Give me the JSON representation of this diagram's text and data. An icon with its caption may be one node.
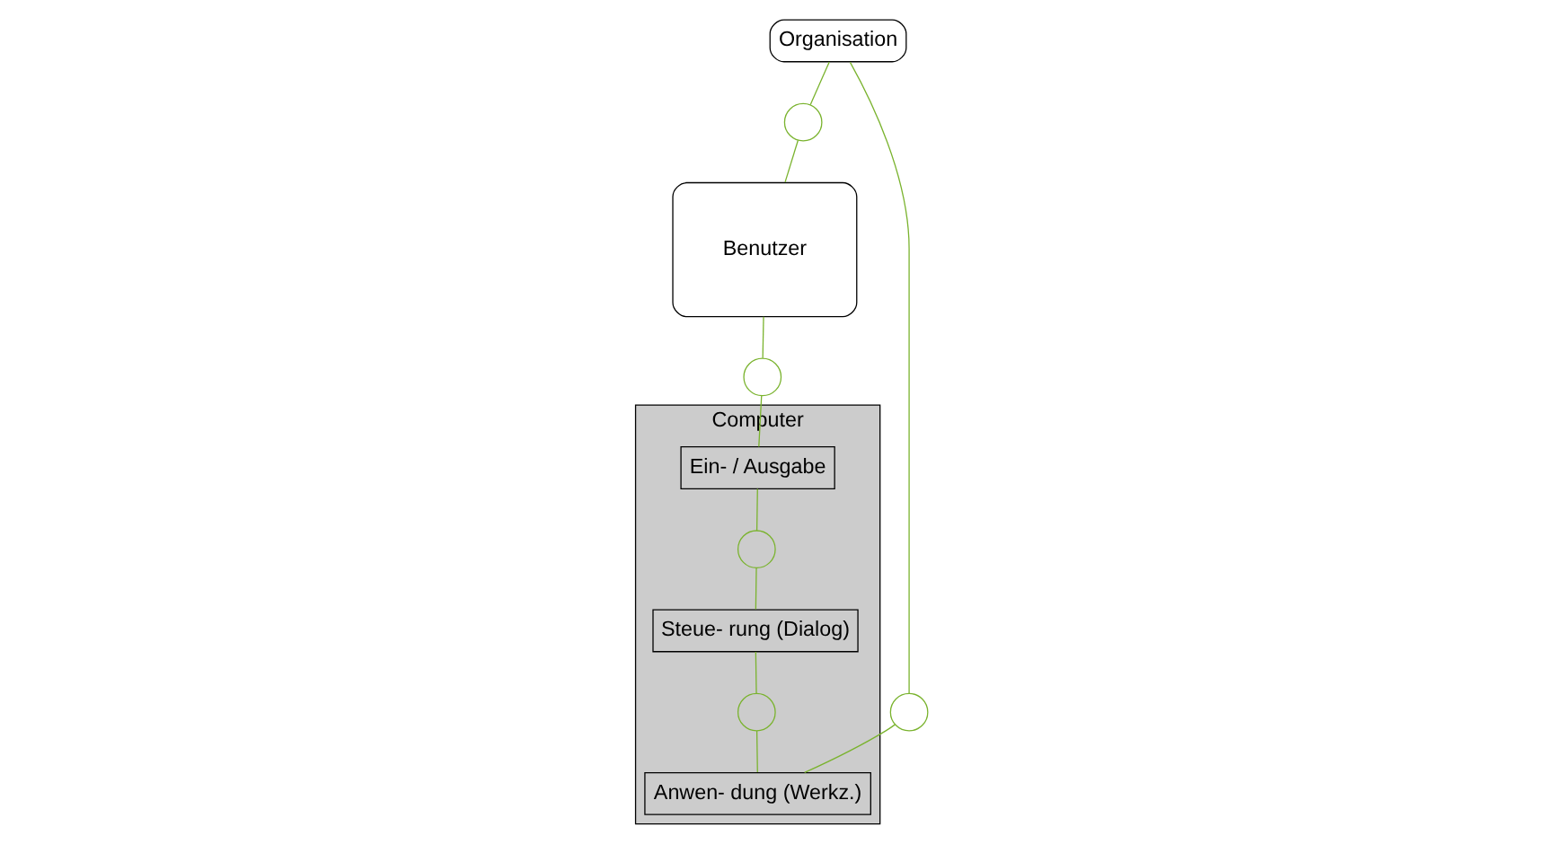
{
  "diagram": {
    "nodes": [
      {
        "text": [
          "Organisation"
        ]
      },
      {
        "text": [
          "Benutzer"
        ]
      },
      {
        "text": [
          "Computer"
        ]
      },
      {
        "text": [
          "Ein- / Ausgabe"
        ],
        "in": 2
      },
      {
        "text": [
          "Steue- rung (Dialog)"
        ],
        "in": 2
      },
      {
        "text": [
          "Anwen- dung (Werkz.)"
        ],
        "in": 2
      },
      {
        "text": [],
        "shape": "circle"
      },
      {
        "text": [],
        "shape": "circle"
      },
      {
        "text": [],
        "shape": "circle"
      },
      {
        "text": [],
        "shape": "circle",
        "in": 2
      },
      {
        "text": [],
        "shape": "circle",
        "in": 2
      }
    ],
    "edges": [
      {
        "from": 0,
        "to": 6,
        "arrow": "none"
      },
      {
        "from": 6,
        "to": 1,
        "arrow": "none"
      },
      {
        "from": 0,
        "to": 7,
        "arrow": "none"
      },
      {
        "from": 7,
        "to": 5,
        "arrow": "none"
      },
      {
        "from": 1,
        "to": 8,
        "arrow": "none"
      },
      {
        "from": 8,
        "to": 3,
        "arrow": "none"
      },
      {
        "from": 3,
        "to": 9,
        "arrow": "none"
      },
      {
        "from": 9,
        "to": 4,
        "arrow": "none"
      },
      {
        "from": 4,
        "to": 10,
        "arrow": "none"
      },
      {
        "from": 10,
        "to": 5,
        "arrow": "none"
      }
    ]
  }
}
